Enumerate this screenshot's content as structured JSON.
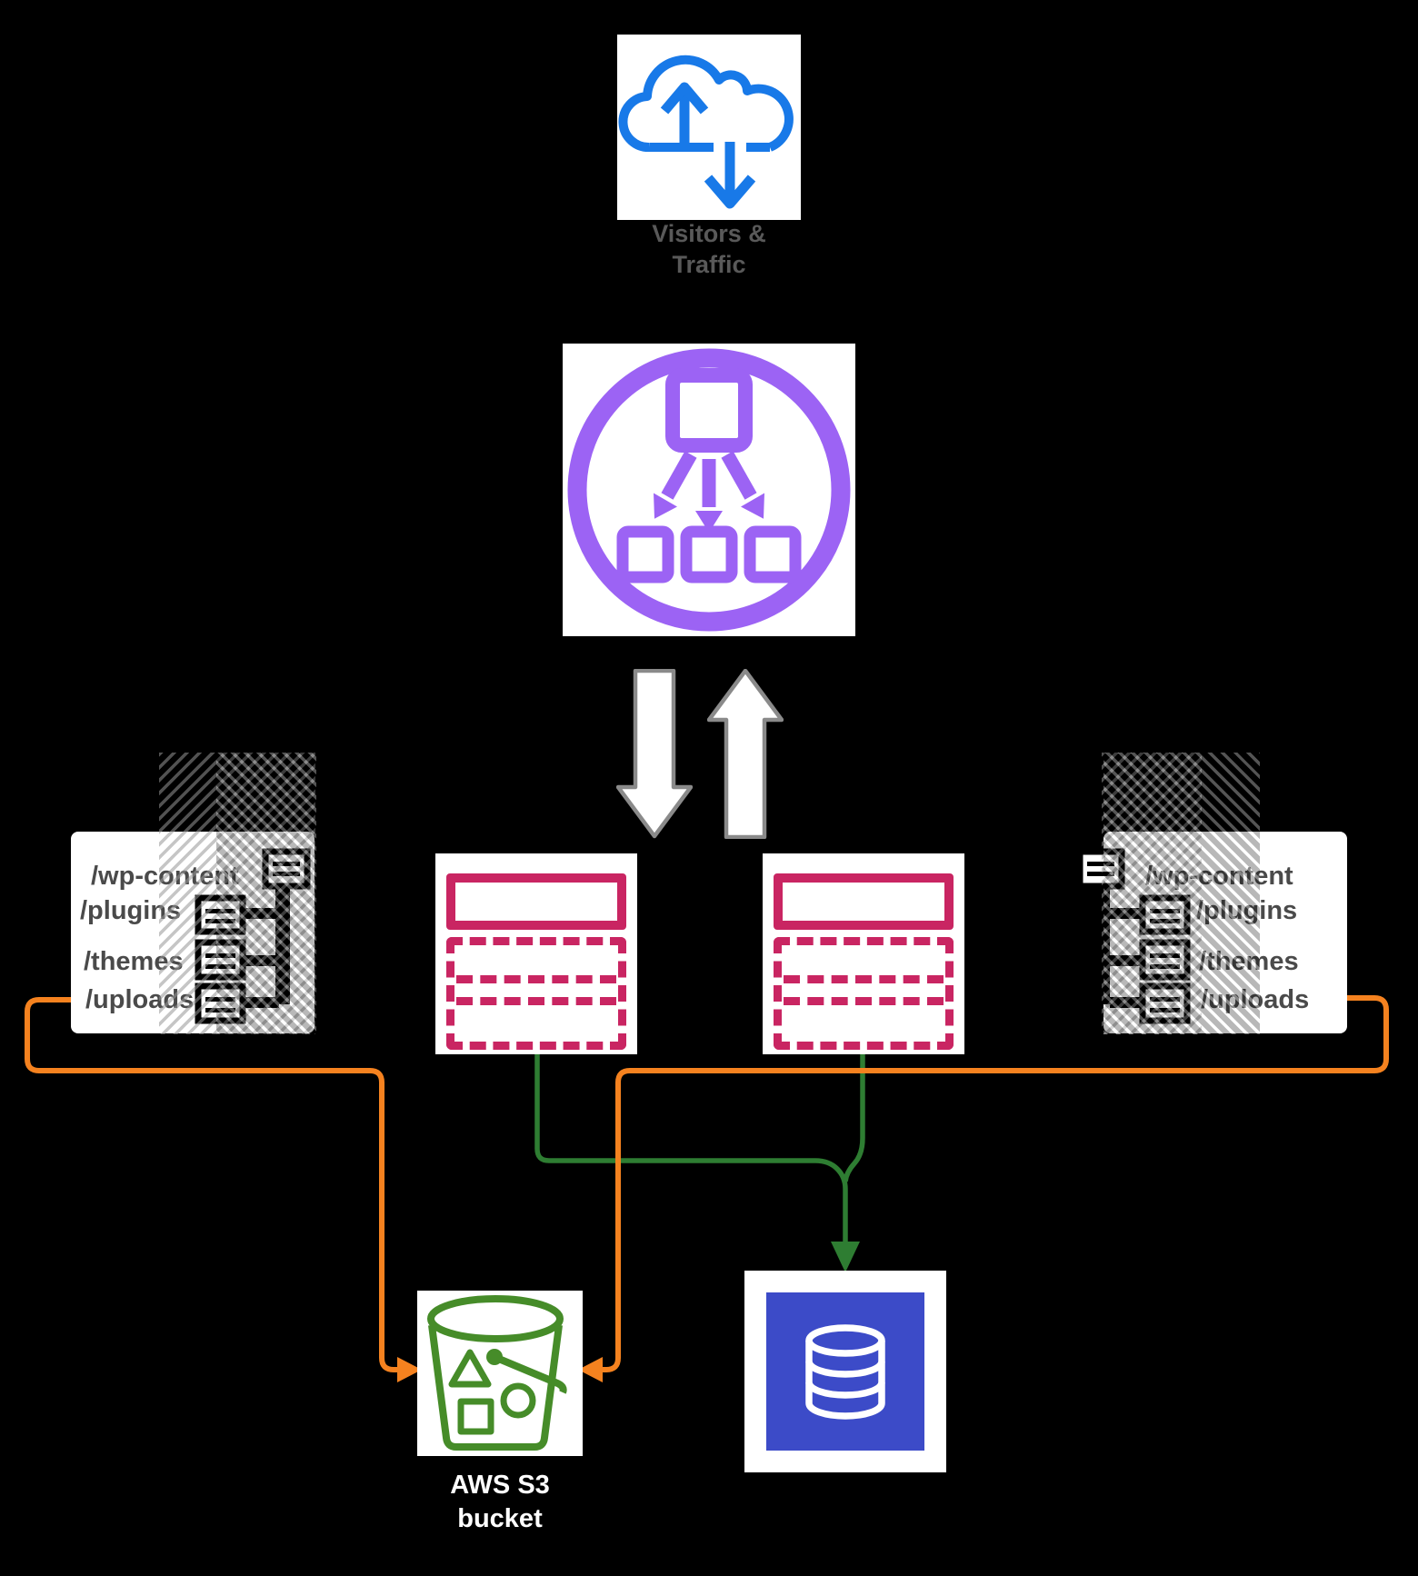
{
  "title": "WordPress on AWS architecture diagram",
  "colors": {
    "background": "#000000",
    "cloud_blue": "#1879E8",
    "load_balancer_purple": "#9C63F4",
    "server_pink": "#C92562",
    "connector_orange": "#F5821F",
    "connector_green": "#2E7D32",
    "bucket_green": "#468C29",
    "database_blue": "#3C4BC8",
    "caption_gray": "#595959",
    "tree_label_gray": "#4A4A4A",
    "block_arrow_border": "#8A8A8A"
  },
  "visitors": {
    "line1": "Visitors &",
    "line2": "Traffic"
  },
  "left_tree": {
    "labels": [
      "/wp-content",
      "/plugins",
      "/themes",
      "/uploads"
    ]
  },
  "right_tree": {
    "labels": [
      "/wp-content",
      "/plugins",
      "/themes",
      "/uploads"
    ]
  },
  "s3": {
    "line1": "AWS S3",
    "line2": "bucket"
  }
}
